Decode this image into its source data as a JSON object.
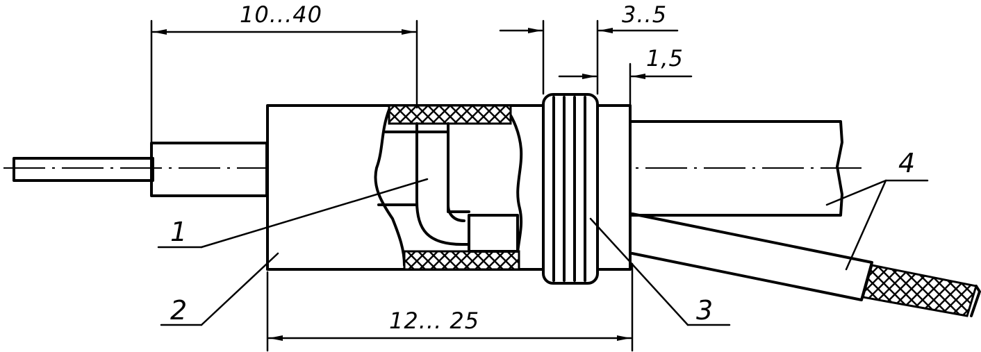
{
  "dimensions": {
    "cable_strip_length": "10...40",
    "thread_width": "3..5",
    "gap": "1,5",
    "body_length": "12... 25"
  },
  "part_labels": {
    "part_1": "1",
    "part_2": "2",
    "part_3": "3",
    "part_4": "4"
  }
}
